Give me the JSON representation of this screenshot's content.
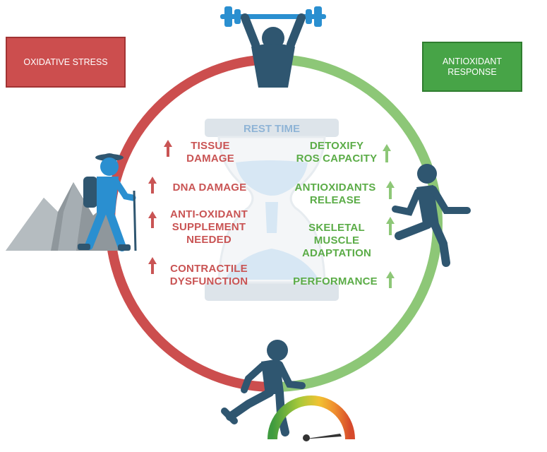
{
  "boxes": {
    "oxidative_stress": "OXIDATIVE STRESS",
    "antioxidant_response": "ANTIOXIDANT RESPONSE"
  },
  "center": {
    "rest_time": "REST TIME"
  },
  "oxidative_effects": [
    {
      "lines": [
        "TISSUE",
        "DAMAGE"
      ]
    },
    {
      "lines": [
        "DNA DAMAGE"
      ]
    },
    {
      "lines": [
        "ANTI-OXIDANT",
        "SUPPLEMENT",
        "NEEDED"
      ]
    },
    {
      "lines": [
        "CONTRACTILE",
        "DYSFUNCTION"
      ]
    }
  ],
  "antioxidant_effects": [
    {
      "lines": [
        "DETOXIFY",
        "ROS CAPACITY"
      ]
    },
    {
      "lines": [
        "ANTIOXIDANTS",
        "RELEASE"
      ]
    },
    {
      "lines": [
        "SKELETAL",
        "MUSCLE",
        "ADAPTATION"
      ]
    },
    {
      "lines": [
        "PERFORMANCE"
      ]
    }
  ],
  "colors": {
    "oxidative": "#cc4e4e",
    "antioxidant": "#8dc777",
    "figure": "#2f5670",
    "hiker": "#2a8fd0",
    "hourglass": "#dde4ea",
    "sand": "#d7e7f4"
  },
  "icons": [
    "weightlifter-icon",
    "hiker-icon",
    "mountain-icon",
    "runner-icon",
    "sprinter-icon",
    "speedometer-icon",
    "hourglass-icon",
    "arrow-up-icon"
  ]
}
